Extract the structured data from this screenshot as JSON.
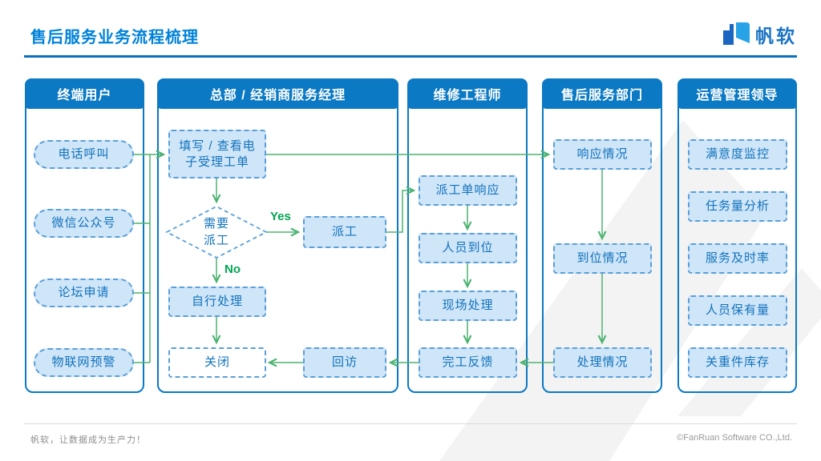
{
  "header": {
    "title": "售后服务业务流程梳理",
    "logo_text": "帆软"
  },
  "lanes": [
    {
      "title": "终端用户"
    },
    {
      "title": "总部 / 经销商服务经理"
    },
    {
      "title": "维修工程师"
    },
    {
      "title": "售后服务部门"
    },
    {
      "title": "运营管理领导"
    }
  ],
  "nodes": {
    "phone_call": "电话呼叫",
    "wechat": "微信公众号",
    "forum": "论坛申请",
    "iot_alert": "物联网预警",
    "ticket": "填写 / 查看电子受理工单",
    "decision": "需要派工",
    "dispatch": "派工",
    "self_handle": "自行处理",
    "close": "关闭",
    "revisit": "回访",
    "order_response": "派工单响应",
    "staff_arrival": "人员到位",
    "onsite_handle": "现场处理",
    "completion_feedback": "完工反馈",
    "response_status": "响应情况",
    "arrival_status": "到位情况",
    "handling_status": "处理情况",
    "satisfaction_monitor": "满意度监控",
    "task_volume": "任务量分析",
    "service_timeliness": "服务及时率",
    "staff_headcount": "人员保有量",
    "key_parts_stock": "关重件库存"
  },
  "flow_labels": {
    "yes": "Yes",
    "no": "No"
  },
  "footer": {
    "left": "帆软，让数据成为生产力！",
    "right": "©FanRuan Software CO.,Ltd."
  },
  "colors": {
    "accent_blue": "#0b79c4",
    "title_blue": "#0082d9",
    "node_fill": "#cfe5f8",
    "node_border": "#5a9fd8",
    "node_text": "#1273bd",
    "flow_green": "#4cb371",
    "label_green": "#00a651",
    "watermark_gray": "#f3f3f3"
  }
}
